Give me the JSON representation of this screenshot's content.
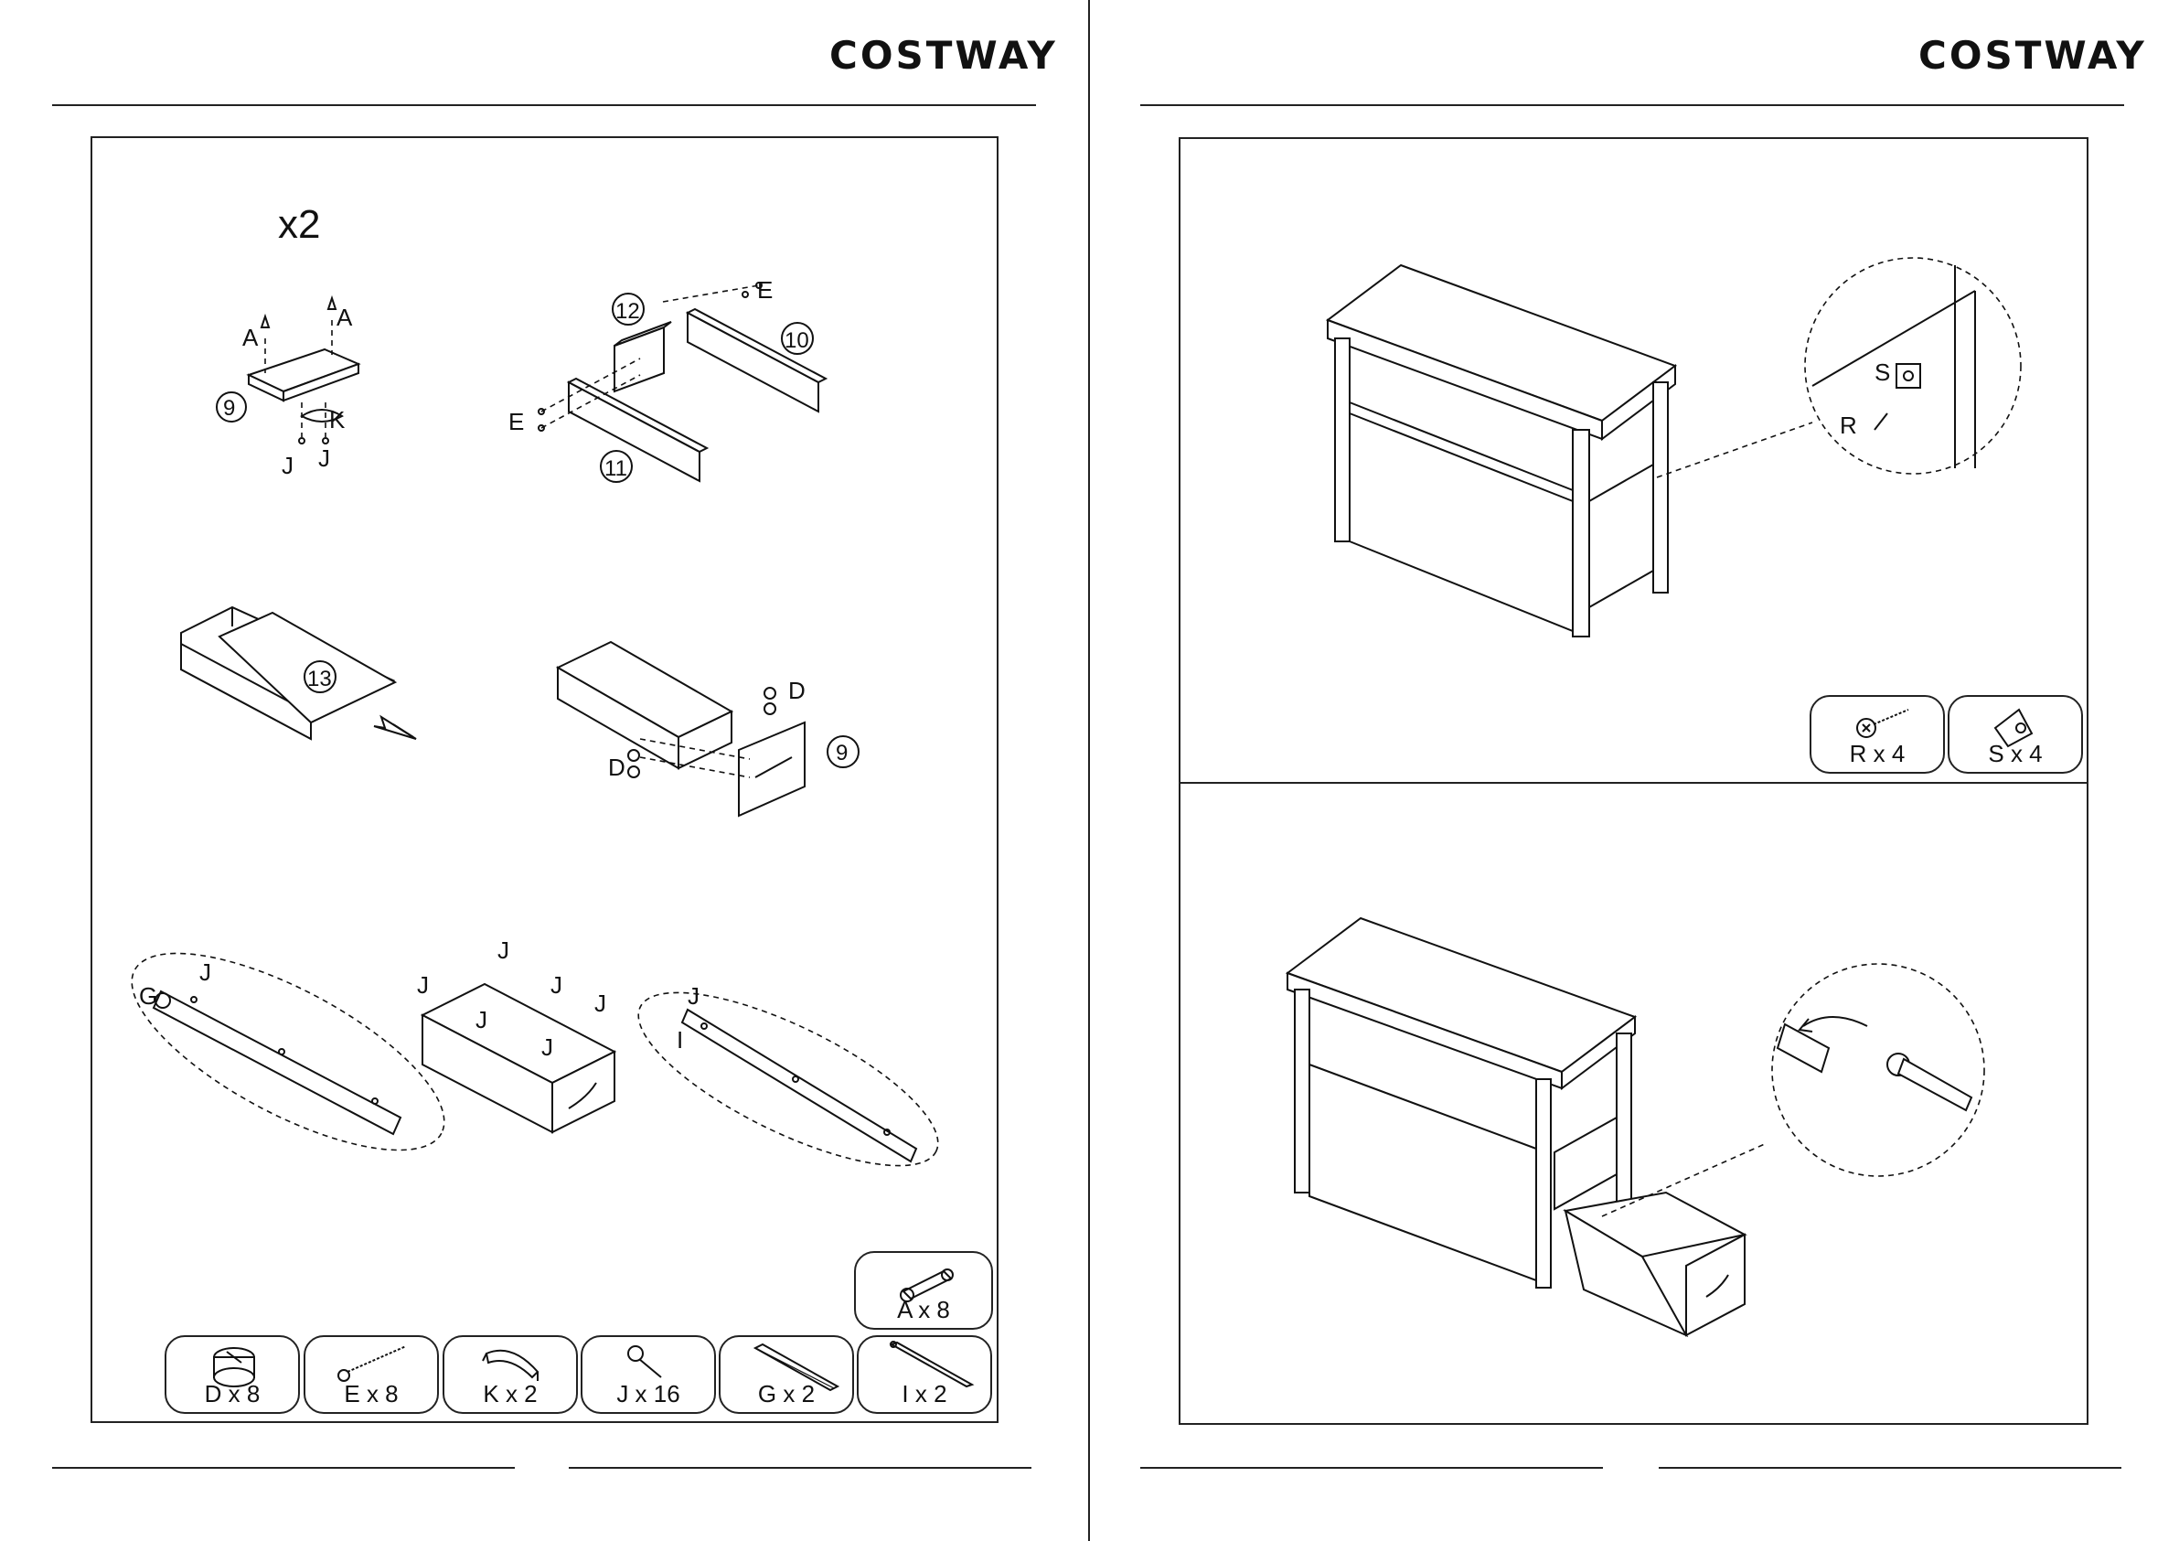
{
  "brand": "COSTWAY",
  "left_page": {
    "quantity_note": "x2",
    "step1_labels": {
      "a1": "A",
      "a2": "A",
      "part9": "9",
      "k": "K",
      "j1": "J",
      "j2": "J"
    },
    "step2_labels": {
      "part12": "12",
      "part10": "10",
      "part11": "11",
      "e1": "E",
      "e2": "E"
    },
    "step3_labels": {
      "part13": "13"
    },
    "step4_labels": {
      "d1": "D",
      "d2": "D",
      "part9": "9"
    },
    "step5_labels": {
      "g": "G",
      "j_left": "J",
      "j_top": "J",
      "j_a": "J",
      "j_b": "J",
      "j_c": "J",
      "j_d": "J",
      "j_e": "J",
      "j_right": "J",
      "i": "I"
    },
    "hardware": [
      {
        "id": "A",
        "label": "A x 8",
        "icon": "dowel-cam-bolt-icon"
      },
      {
        "id": "D",
        "label": "D x 8",
        "icon": "cam-lock-icon"
      },
      {
        "id": "E",
        "label": "E x 8",
        "icon": "long-screw-icon"
      },
      {
        "id": "K",
        "label": "K x 2",
        "icon": "cup-handle-icon"
      },
      {
        "id": "J",
        "label": "J x 16",
        "icon": "short-screw-icon"
      },
      {
        "id": "G",
        "label": "G x 2",
        "icon": "drawer-slide-icon"
      },
      {
        "id": "I",
        "label": "I  x 2",
        "icon": "slide-rail-icon"
      }
    ]
  },
  "right_page": {
    "panel1_labels": {
      "s": "S",
      "r": "R"
    },
    "hardware": [
      {
        "id": "R",
        "label": "R x 4",
        "icon": "screw-icon"
      },
      {
        "id": "S",
        "label": "S x 4",
        "icon": "corner-bracket-icon"
      }
    ]
  }
}
